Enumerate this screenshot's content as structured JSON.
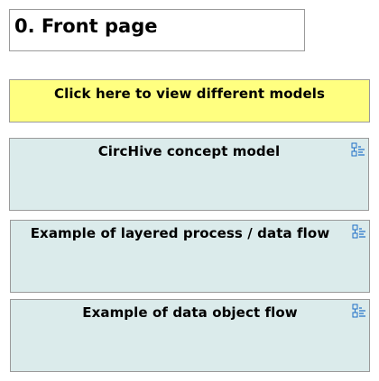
{
  "page": {
    "title": "0. Front page"
  },
  "nav": {
    "label": "Click here to view different models"
  },
  "models": [
    {
      "label": "CircHive concept model",
      "icon": "model-tree-icon"
    },
    {
      "label": "Example of layered process / data flow",
      "icon": "model-tree-icon"
    },
    {
      "label": "Example of data object flow",
      "icon": "model-tree-icon"
    }
  ],
  "colors": {
    "nav_background": "#ffff80",
    "card_background": "#dbebeb",
    "border": "#9a9a9a",
    "icon": "#1f6fc7"
  }
}
